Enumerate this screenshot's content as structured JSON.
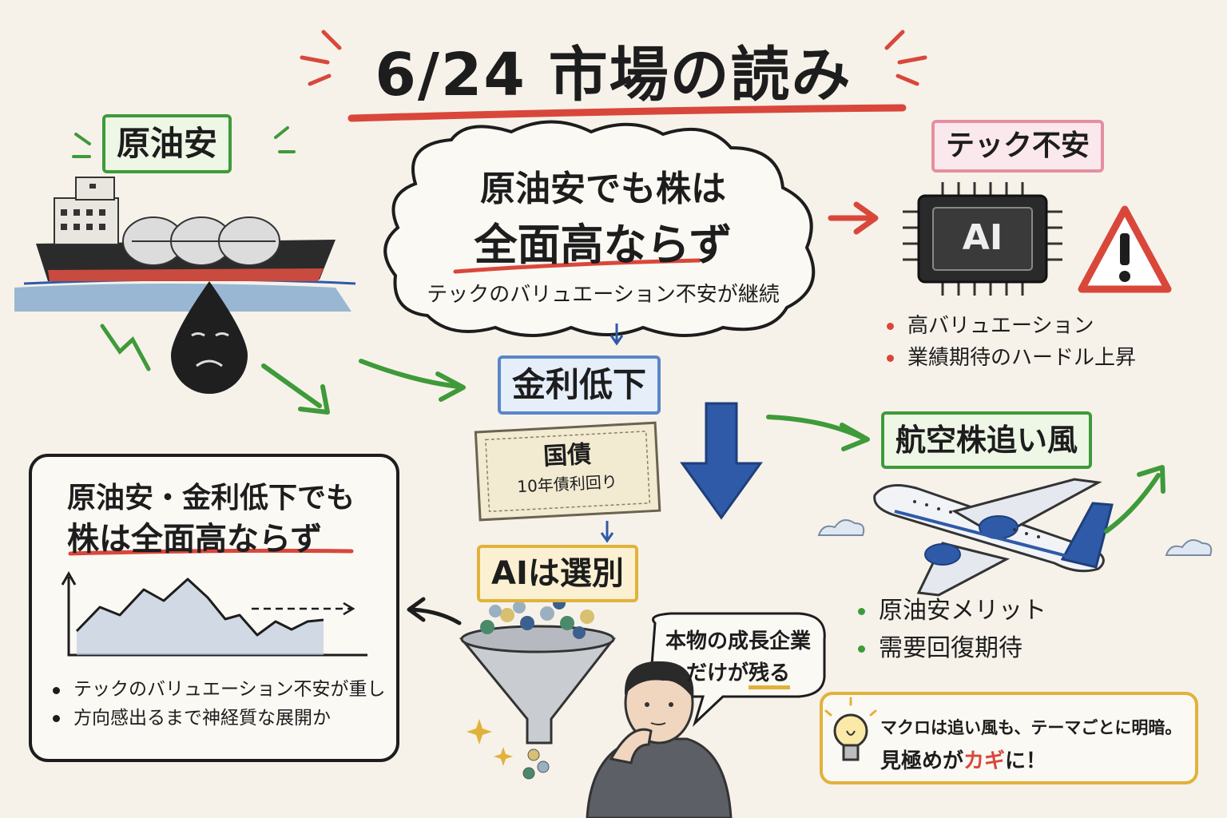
{
  "title": "6/24 市場の読み",
  "oil": {
    "tag": "原油安"
  },
  "cloud": {
    "line1": "原油安でも株は",
    "line2": "全面高ならず",
    "sub": "テックのバリュエーション不安が継続"
  },
  "tech": {
    "tag": "テック不安",
    "chip_label": "AI",
    "bullets": [
      "高バリュエーション",
      "業績期待のハードル上昇"
    ]
  },
  "rates": {
    "tag": "金利低下",
    "bond_title": "国債",
    "bond_sub": "10年債利回り"
  },
  "airline": {
    "tag": "航空株追い風",
    "bullets": [
      "原油安メリット",
      "需要回復期待"
    ]
  },
  "ai": {
    "tag": "AIは選別",
    "speech_line1": "本物の成長企業",
    "speech_line2_pre": "だけが",
    "speech_line2_em": "残る"
  },
  "summary": {
    "line1": "原油安・金利低下でも",
    "line2": "株は全面高ならず",
    "bullets": [
      "テックのバリュエーション不安が重し",
      "方向感出るまで神経質な展開か"
    ]
  },
  "note": {
    "line1": "マクロは追い風も、テーマごとに明暗。",
    "line2_pre": "見極めが",
    "line2_em": "カギ",
    "line2_post": "に！"
  },
  "colors": {
    "red": "#d9473b",
    "green": "#3f9a3a",
    "blue": "#2f5aa8",
    "yellow": "#e1b23a",
    "pink": "#e58fa0"
  }
}
